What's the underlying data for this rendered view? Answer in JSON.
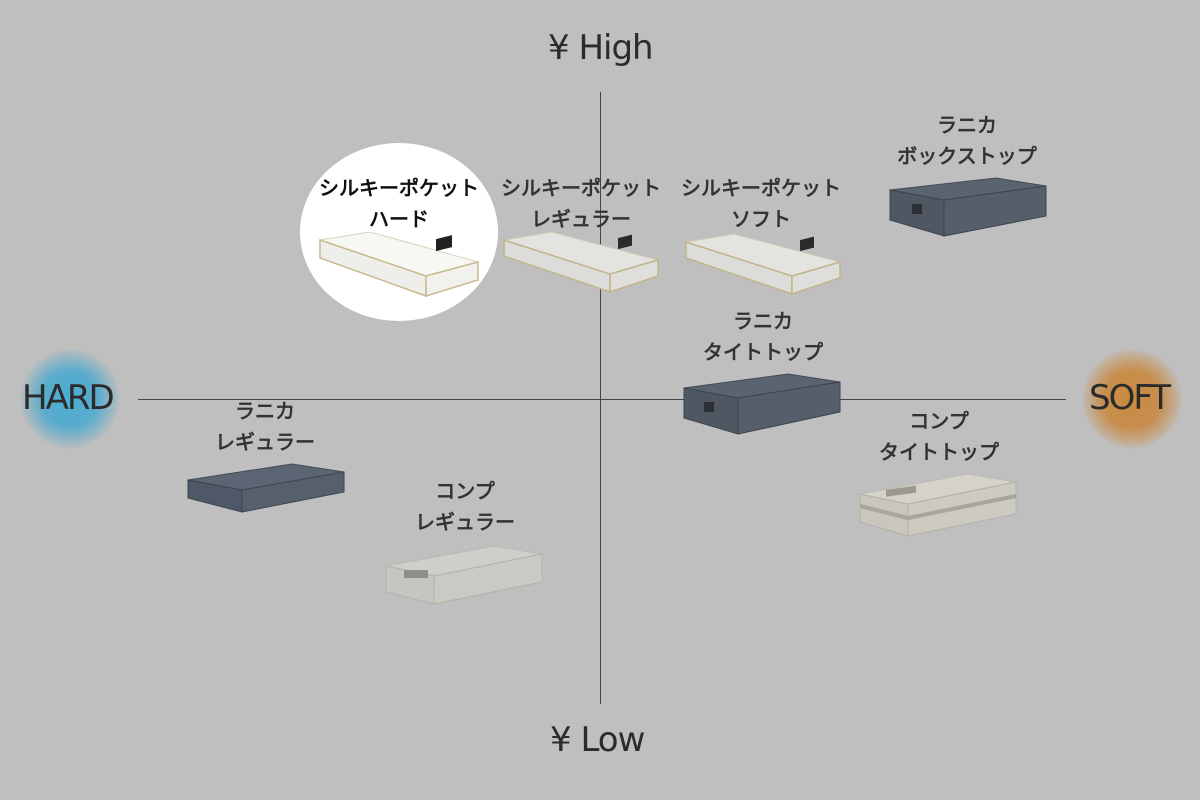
{
  "axes": {
    "top": "¥ High",
    "bottom": "¥ Low",
    "left": "HARD",
    "right": "SOFT"
  },
  "colors": {
    "background": "#bfbfbf",
    "hard": "#4aaed2",
    "soft": "#c98a3e",
    "highlight": "#ffffff"
  },
  "products": {
    "silky_hard": {
      "line1": "シルキーポケット",
      "line2": "ハード",
      "selected": true
    },
    "silky_regular": {
      "line1": "シルキーポケット",
      "line2": "レギュラー"
    },
    "silky_soft": {
      "line1": "シルキーポケット",
      "line2": "ソフト"
    },
    "lanica_boxtop": {
      "line1": "ラニカ",
      "line2": "ボックストップ"
    },
    "lanica_tighttop": {
      "line1": "ラニカ",
      "line2": "タイトトップ"
    },
    "lanica_regular": {
      "line1": "ラニカ",
      "line2": "レギュラー"
    },
    "comp_regular": {
      "line1": "コンプ",
      "line2": "レギュラー"
    },
    "comp_tighttop": {
      "line1": "コンプ",
      "line2": "タイトトップ"
    }
  }
}
